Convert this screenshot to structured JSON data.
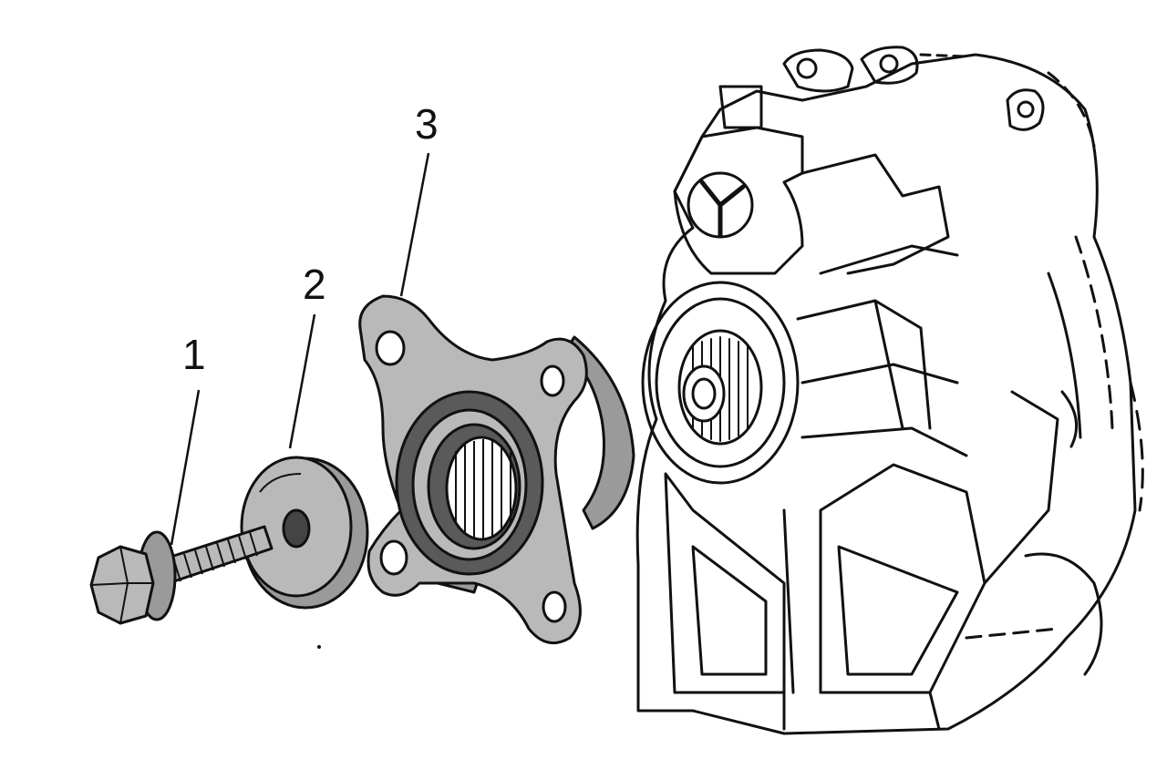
{
  "diagram": {
    "callouts": [
      {
        "id": "bolt",
        "number": "1"
      },
      {
        "id": "washer",
        "number": "2"
      },
      {
        "id": "flange",
        "number": "3"
      }
    ]
  },
  "colors": {
    "ink": "#111111",
    "part_fill": "#b9b9b9",
    "part_fill_dark": "#9a9a9a",
    "seal": "#5a5a5a",
    "background": "#ffffff"
  }
}
